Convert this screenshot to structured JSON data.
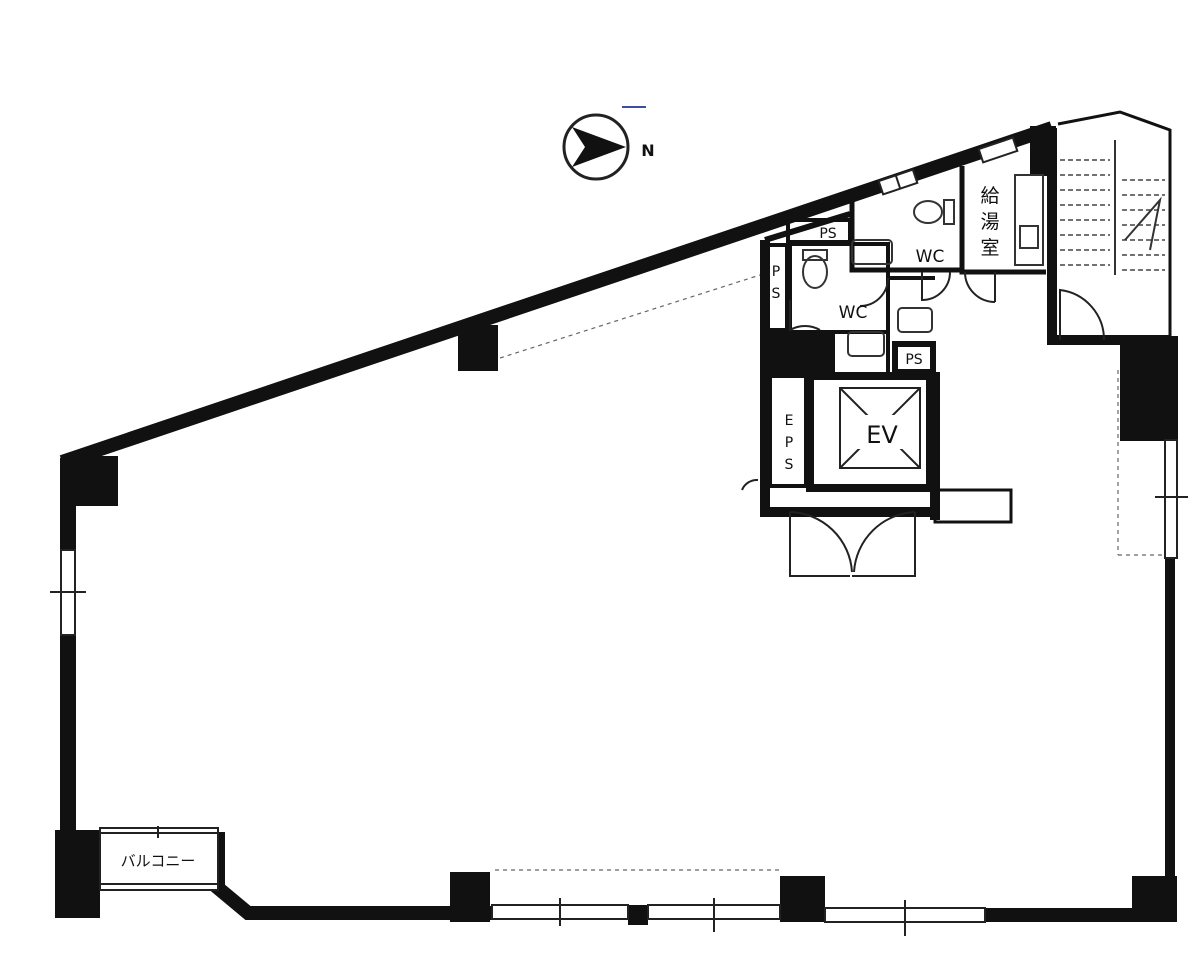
{
  "compass": {
    "direction_label": "N",
    "icon": "north-arrow-icon"
  },
  "rooms": {
    "kyuto": {
      "label_lines": [
        "給",
        "湯",
        "室"
      ]
    },
    "wc_upper": {
      "label": "WC"
    },
    "wc_lower": {
      "label": "WC"
    },
    "ps_top": {
      "label": "PS"
    },
    "ps_side": {
      "label_lines": [
        "P",
        "S"
      ]
    },
    "ps_lower": {
      "label": "PS"
    },
    "eps": {
      "label_lines": [
        "E",
        "P",
        "S"
      ]
    },
    "ev": {
      "label": "EV"
    },
    "balcony": {
      "label": "バルコニー"
    }
  },
  "colors": {
    "wall": "#111111",
    "line": "#222222",
    "background": "#ffffff"
  }
}
